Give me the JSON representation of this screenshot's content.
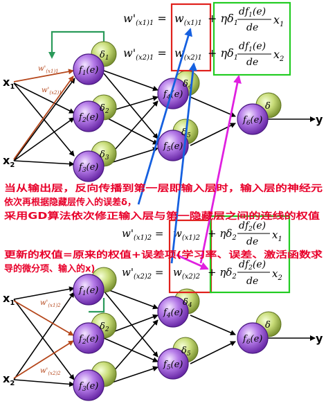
{
  "inputs": {
    "x1": "x",
    "x1_sub": "1",
    "x2": "x",
    "x2_sub": "2",
    "y": "y"
  },
  "nodes": {
    "n1": {
      "f": "f",
      "sub": "1",
      "arg": "(e)",
      "delta": "δ",
      "dsub": "1"
    },
    "n2": {
      "f": "f",
      "sub": "2",
      "arg": "(e)",
      "delta": "δ",
      "dsub": "2"
    },
    "n3": {
      "f": "f",
      "sub": "3",
      "arg": "(e)",
      "delta": "δ",
      "dsub": "3"
    },
    "n4": {
      "f": "f",
      "sub": "4",
      "arg": "(e)",
      "delta": "δ",
      "dsub": "4"
    },
    "n5": {
      "f": "f",
      "sub": "5",
      "arg": "(e)",
      "delta": "δ",
      "dsub": "5"
    },
    "n6": {
      "f": "f",
      "sub": "6",
      "arg": "(e)",
      "delta": "δ",
      "dsub": ""
    }
  },
  "weights_top": {
    "w1": "w'",
    "w1_sub": "(x1)1",
    "w2": "w'",
    "w2_sub": "(x2)1"
  },
  "weights_bottom": {
    "w1": "w'",
    "w1_sub": "(x1)2",
    "w2": "w'",
    "w2_sub": "(x2)2"
  },
  "formulas_top": {
    "lhs1": "w'",
    "lhs1_sub": "(x1)1",
    "rhs1": "w",
    "rhs1_sub": "(x1)1",
    "lhs2": "w'",
    "lhs2_sub": "(x2)1",
    "rhs2": "w",
    "rhs2_sub": "(x2)1",
    "term1_pre": "+ ηδ",
    "term1_sub": "1",
    "frac_num": "df",
    "frac_num_sub": "1",
    "frac_num_arg": "(e)",
    "frac_den": "de",
    "x1": "x",
    "x1_sub": "1",
    "x2": "x",
    "x2_sub": "2"
  },
  "formulas_bottom": {
    "lhs1": "w'",
    "lhs1_sub": "(x1)2",
    "rhs1": "w",
    "rhs1_sub": "(x1)2",
    "lhs2": "w'",
    "lhs2_sub": "(x2)2",
    "rhs2": "w",
    "rhs2_sub": "(x2)2",
    "term_pre": "+ ηδ",
    "term_sub": "2",
    "frac_num": "df",
    "frac_num_sub": "2",
    "frac_num_arg": "(e)",
    "frac_den": "de",
    "x1": "x",
    "x1_sub": "1",
    "x2": "x",
    "x2_sub": "2"
  },
  "annotations": {
    "line1": "当从输出层，反向传播到第一层即输入层时，输入层的神经元",
    "line2": "依次再根据隐藏层传入的误差δ，",
    "line3": "采用GD算法依次修正输入层与第一隐藏层之间的连线的权值",
    "line4": "更新的权值=原来的权值+误差项(学习率、误差、激活函数求",
    "line5": "导的微分项、输入的x)"
  },
  "colors": {
    "neuron": "#b57be8",
    "delta_ball": "#c8dc78",
    "annotation_text": "#e8002a",
    "box_red": "#e0201b",
    "box_green": "#22cc22",
    "arrow_blue": "#1560e0",
    "arrow_magenta": "#e020e0",
    "arrow_green": "#2a9a5a",
    "arrow_brown": "#b5461a"
  }
}
